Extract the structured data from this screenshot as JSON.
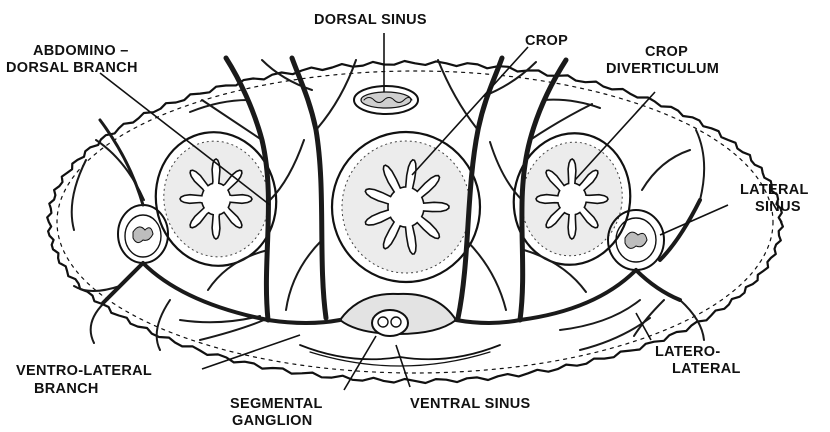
{
  "labels": {
    "dorsal_sinus": "DORSAL SINUS",
    "crop": "CROP",
    "abdomino_dorsal_line1": "ABDOMINO –",
    "abdomino_dorsal_line2": "DORSAL BRANCH",
    "crop_diverticulum_line1": "CROP",
    "crop_diverticulum_line2": "DIVERTICULUM",
    "lateral_sinus_line1": "LATERAL",
    "lateral_sinus_line2": "SINUS",
    "ventro_lateral_line1": "VENTRO-LATERAL",
    "ventro_lateral_line2": "BRANCH",
    "latero_lateral_line1": "LATERO-",
    "latero_lateral_line2": "LATERAL",
    "segmental_ganglion_line1": "SEGMENTAL",
    "segmental_ganglion_line2": "GANGLION",
    "ventral_sinus": "VENTRAL SINUS"
  },
  "colors": {
    "ink": "#111111",
    "background": "#ffffff"
  }
}
